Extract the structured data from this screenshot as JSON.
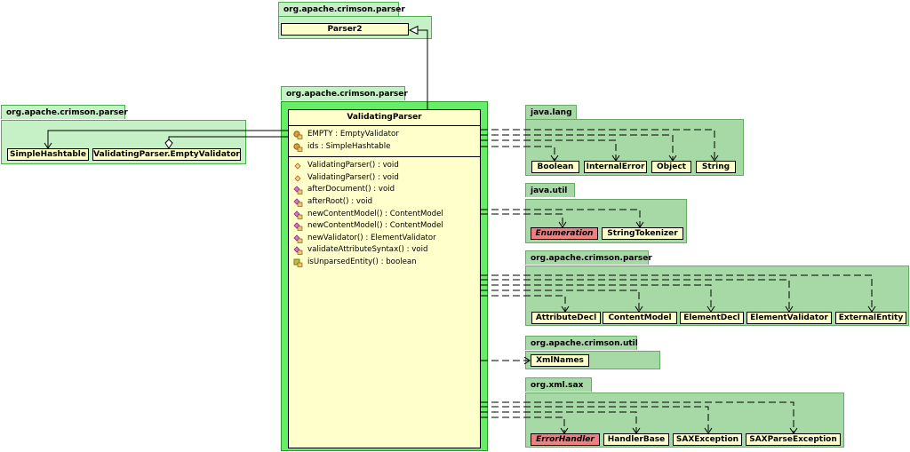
{
  "packages": {
    "parser2_pkg": {
      "name": "org.apache.crimson.parser",
      "classes": [
        "Parser2"
      ]
    },
    "main_pkg": {
      "name": "org.apache.crimson.parser"
    },
    "left_pkg": {
      "name": "org.apache.crimson.parser",
      "classes": [
        "SimpleHashtable",
        "ValidatingParser.EmptyValidator"
      ]
    },
    "java_lang": {
      "name": "java.lang",
      "classes": [
        "Boolean",
        "InternalError",
        "Object",
        "String"
      ]
    },
    "java_util": {
      "name": "java.util",
      "classes": [
        "Enumeration",
        "StringTokenizer"
      ]
    },
    "crimson_parser": {
      "name": "org.apache.crimson.parser",
      "classes": [
        "AttributeDecl",
        "ContentModel",
        "ElementDecl",
        "ElementValidator",
        "ExternalEntity"
      ]
    },
    "crimson_util": {
      "name": "org.apache.crimson.util",
      "classes": [
        "XmlNames"
      ]
    },
    "xml_sax": {
      "name": "org.xml.sax",
      "classes": [
        "ErrorHandler",
        "HandlerBase",
        "SAXException",
        "SAXParseException"
      ]
    }
  },
  "main_class": {
    "name": "ValidatingParser",
    "fields": [
      "EMPTY : EmptyValidator",
      "ids : SimpleHashtable"
    ],
    "methods": [
      "ValidatingParser() : void",
      "ValidatingParser() : void",
      "afterDocument() : void",
      "afterRoot() : void",
      "newContentModel() : ContentModel",
      "newContentModel() : ContentModel",
      "newValidator() : ElementValidator",
      "validateAttributeSyntax() : void",
      "isUnparsedEntity() : boolean"
    ]
  },
  "colors": {
    "package_fill": "#c6f0c6",
    "main_package_fill": "#66ee66",
    "class_fill": "#ffffcc",
    "interface_fill": "#f08080"
  }
}
